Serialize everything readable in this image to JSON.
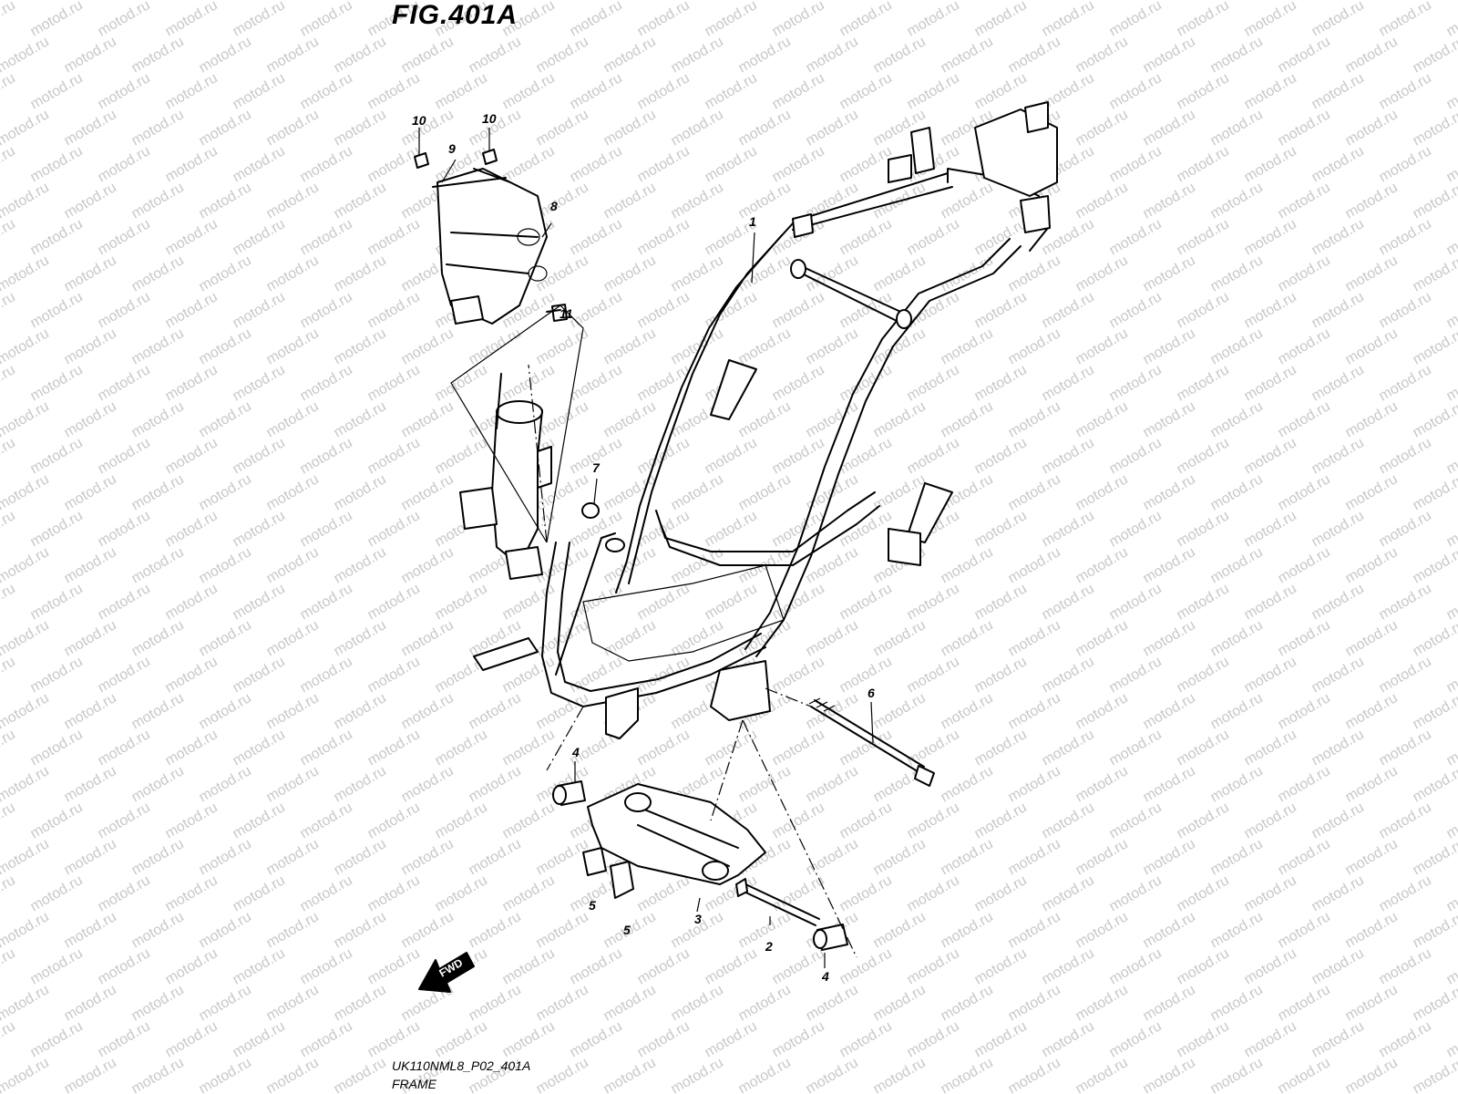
{
  "figure": {
    "title": "FIG.401A",
    "code": "UK110NML8_P02_401A",
    "name": "FRAME",
    "watermark": "motod.ru",
    "fwd_label": "FWD"
  },
  "callouts": [
    {
      "id": "c1",
      "label": "1"
    },
    {
      "id": "c2",
      "label": "2"
    },
    {
      "id": "c3",
      "label": "3"
    },
    {
      "id": "c4a",
      "label": "4"
    },
    {
      "id": "c4b",
      "label": "4"
    },
    {
      "id": "c5a",
      "label": "5"
    },
    {
      "id": "c5b",
      "label": "5"
    },
    {
      "id": "c6",
      "label": "6"
    },
    {
      "id": "c7",
      "label": "7"
    },
    {
      "id": "c8",
      "label": "8"
    },
    {
      "id": "c9",
      "label": "9"
    },
    {
      "id": "c10a",
      "label": "10"
    },
    {
      "id": "c10b",
      "label": "10"
    },
    {
      "id": "c11",
      "label": "11"
    }
  ]
}
